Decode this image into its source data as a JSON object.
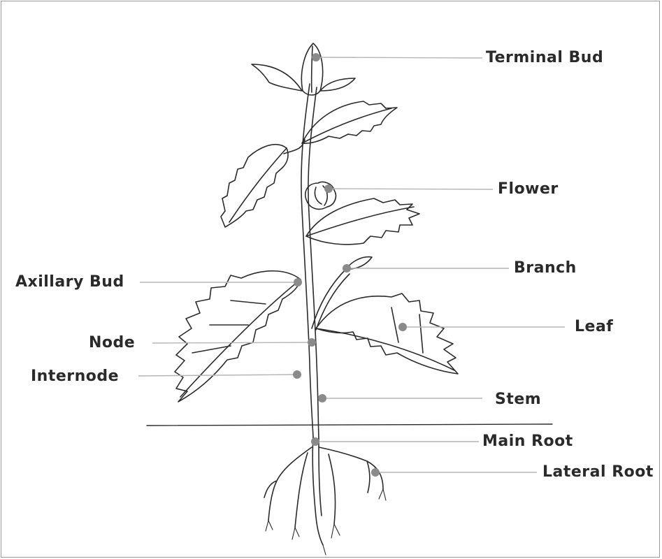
{
  "labels": {
    "terminal_bud": "Terminal Bud",
    "flower": "Flower",
    "branch": "Branch",
    "axillary_bud": "Axillary Bud",
    "leaf": "Leaf",
    "node": "Node",
    "internode": "Internode",
    "stem": "Stem",
    "main_root": "Main Root",
    "lateral_root": "Lateral Root"
  },
  "colors": {
    "outline": "#2b2b2b",
    "marker": "#8a8a8a",
    "leader": "#b5b5b5",
    "label": "#2a2a2a"
  }
}
